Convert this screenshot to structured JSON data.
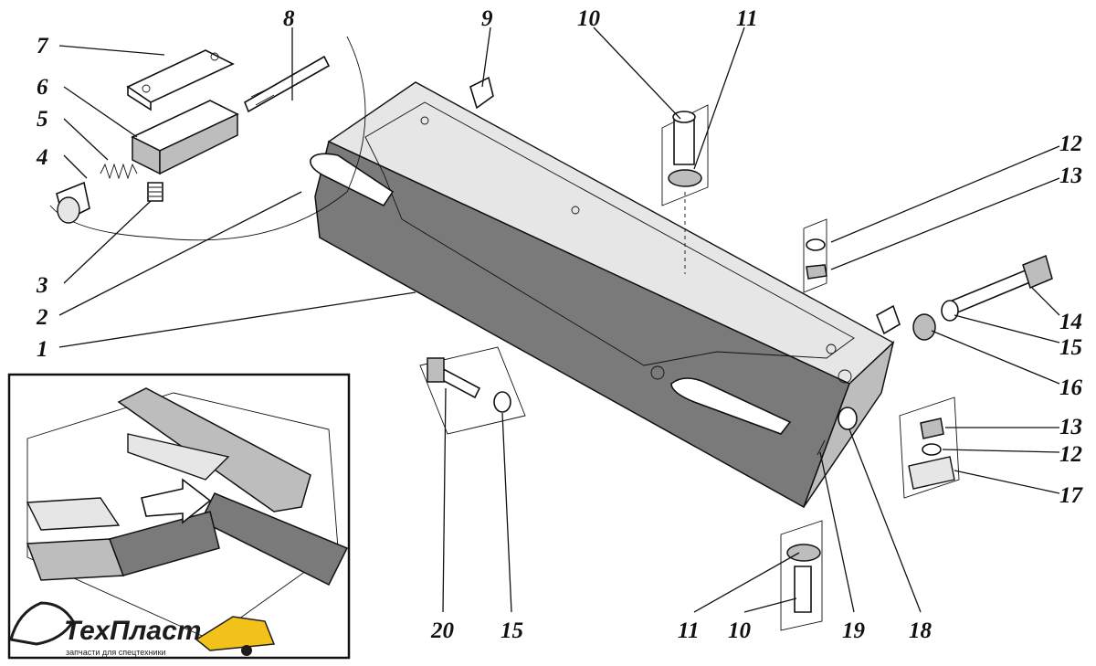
{
  "callouts": [
    {
      "id": "c7",
      "text": "7"
    },
    {
      "id": "c6",
      "text": "6"
    },
    {
      "id": "c5",
      "text": "5"
    },
    {
      "id": "c4",
      "text": "4"
    },
    {
      "id": "c3",
      "text": "3"
    },
    {
      "id": "c2",
      "text": "2"
    },
    {
      "id": "c1",
      "text": "1"
    },
    {
      "id": "c8",
      "text": "8"
    },
    {
      "id": "c9",
      "text": "9"
    },
    {
      "id": "c10a",
      "text": "10"
    },
    {
      "id": "c11a",
      "text": "11"
    },
    {
      "id": "c12a",
      "text": "12"
    },
    {
      "id": "c13a",
      "text": "13"
    },
    {
      "id": "c14",
      "text": "14"
    },
    {
      "id": "c15a",
      "text": "15"
    },
    {
      "id": "c16",
      "text": "16"
    },
    {
      "id": "c13b",
      "text": "13"
    },
    {
      "id": "c12b",
      "text": "12"
    },
    {
      "id": "c17",
      "text": "17"
    },
    {
      "id": "c20",
      "text": "20"
    },
    {
      "id": "c15b",
      "text": "15"
    },
    {
      "id": "c11b",
      "text": "11"
    },
    {
      "id": "c10b",
      "text": "10"
    },
    {
      "id": "c19",
      "text": "19"
    },
    {
      "id": "c18",
      "text": "18"
    }
  ],
  "logo": {
    "name": "ТехПласт",
    "tagline": "запчасти для спецтехники",
    "accent_color": "#f2c21b"
  }
}
